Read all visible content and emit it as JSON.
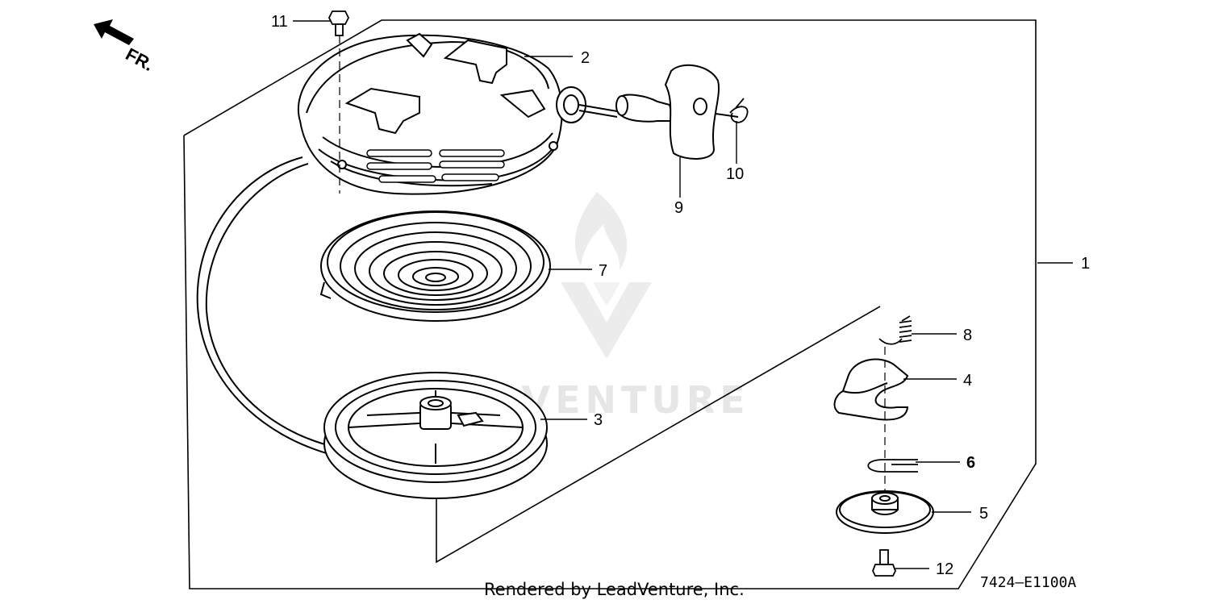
{
  "direction_indicator": {
    "label": "FR.",
    "icon": "arrow-icon"
  },
  "callouts": {
    "c1": "1",
    "c2": "2",
    "c3": "3",
    "c4": "4",
    "c5": "5",
    "c6": "6",
    "c7": "7",
    "c8": "8",
    "c9": "9",
    "c10": "10",
    "c11": "11",
    "c12": "12"
  },
  "reference_code": "7424—E1100A",
  "credit": "Rendered by LeadVenture, Inc.",
  "watermark": {
    "text": "LEADVENTURE",
    "logo": "flame-v-logo"
  },
  "colors": {
    "ink": "#000000",
    "watermark": "#e6e6e6",
    "background": "#ffffff"
  }
}
